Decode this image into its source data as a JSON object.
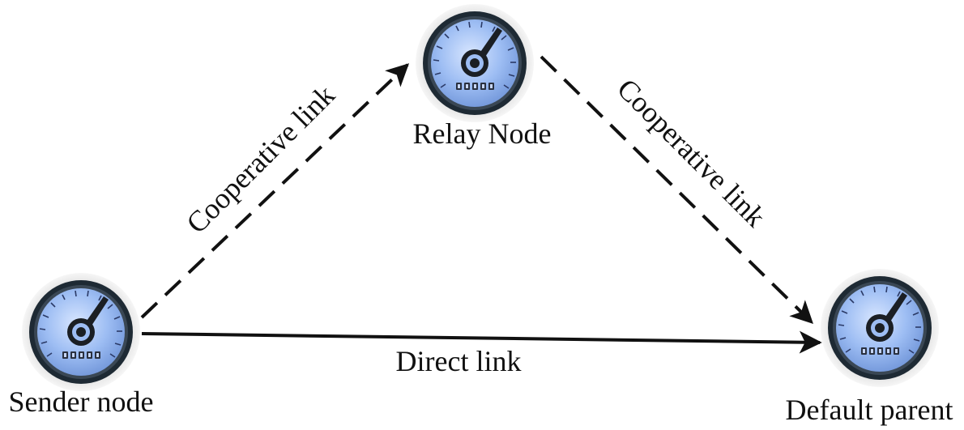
{
  "nodes": {
    "sender": {
      "label": "Sender node",
      "icon": "gauge-icon"
    },
    "relay": {
      "label": "Relay Node",
      "icon": "gauge-icon"
    },
    "parent": {
      "label": "Default parent",
      "icon": "gauge-icon"
    }
  },
  "links": {
    "coop_left": {
      "label": "Cooperative link",
      "style": "dashed",
      "from": "sender",
      "to": "relay"
    },
    "coop_right": {
      "label": "Cooperative link",
      "style": "dashed",
      "from": "relay",
      "to": "parent"
    },
    "direct": {
      "label": "Direct link",
      "style": "solid",
      "from": "sender",
      "to": "parent"
    }
  },
  "colors": {
    "gauge_face": "#8fb3f0",
    "gauge_face_light": "#cfe0ff",
    "gauge_bezel": "#1e2a34",
    "gauge_halo": "#e6e6e6",
    "ink": "#111111"
  }
}
